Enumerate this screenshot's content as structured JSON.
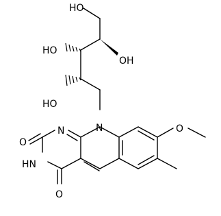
{
  "labels": {
    "oh_top": "HO",
    "oh_right": "OH",
    "oh_mid": "HO",
    "oh_low": "HO",
    "n_ring": "N",
    "n_10": "N",
    "nh": "HN",
    "o_2": "O",
    "o_4": "O",
    "o_methoxy": "O"
  },
  "colors": {
    "bond": "#000000",
    "background": "#ffffff",
    "text": "#000000"
  }
}
